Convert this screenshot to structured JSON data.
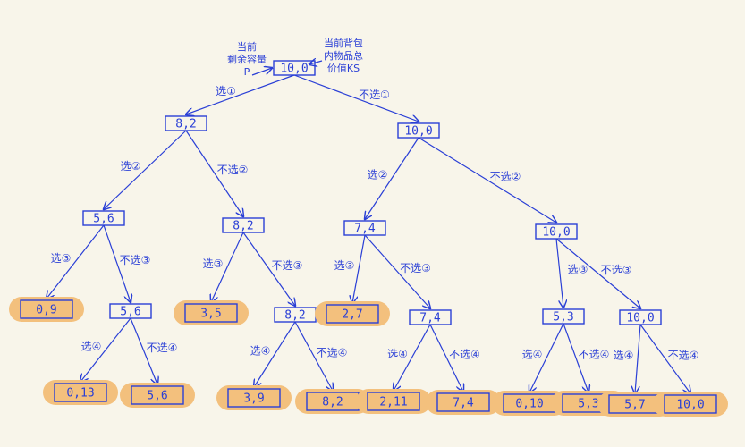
{
  "root_annotations": {
    "left": [
      "当前",
      "剩余容量",
      "P"
    ],
    "right": [
      "当前背包",
      "内物品总",
      "价值KS"
    ]
  },
  "nodes": [
    {
      "id": "n0",
      "label": "10,0",
      "leaf": false
    },
    {
      "id": "n1",
      "label": "8,2",
      "leaf": false
    },
    {
      "id": "n2",
      "label": "10,0",
      "leaf": false
    },
    {
      "id": "n3",
      "label": "5,6",
      "leaf": false
    },
    {
      "id": "n4",
      "label": "8,2",
      "leaf": false
    },
    {
      "id": "n5",
      "label": "7,4",
      "leaf": false
    },
    {
      "id": "n6",
      "label": "10,0",
      "leaf": false
    },
    {
      "id": "n7",
      "label": "0,9",
      "leaf": true
    },
    {
      "id": "n8",
      "label": "5,6",
      "leaf": false
    },
    {
      "id": "n9",
      "label": "3,5",
      "leaf": true
    },
    {
      "id": "n10",
      "label": "8,2",
      "leaf": false
    },
    {
      "id": "n11",
      "label": "2,7",
      "leaf": true
    },
    {
      "id": "n12",
      "label": "7,4",
      "leaf": false
    },
    {
      "id": "n13",
      "label": "5,3",
      "leaf": false
    },
    {
      "id": "n14",
      "label": "10,0",
      "leaf": false
    },
    {
      "id": "n15",
      "label": "0,13",
      "leaf": true
    },
    {
      "id": "n16",
      "label": "5,6",
      "leaf": true
    },
    {
      "id": "n17",
      "label": "3,9",
      "leaf": true
    },
    {
      "id": "n18",
      "label": "8,2",
      "leaf": true
    },
    {
      "id": "n19",
      "label": "2,11",
      "leaf": true
    },
    {
      "id": "n20",
      "label": "7,4",
      "leaf": true
    },
    {
      "id": "n21",
      "label": "0,10",
      "leaf": true
    },
    {
      "id": "n22",
      "label": "5,3",
      "leaf": true
    },
    {
      "id": "n23",
      "label": "5,7",
      "leaf": true
    },
    {
      "id": "n24",
      "label": "10,0",
      "leaf": true
    }
  ],
  "edges": [
    {
      "from": "n0",
      "to": "n1",
      "label": "选①"
    },
    {
      "from": "n0",
      "to": "n2",
      "label": "不选①"
    },
    {
      "from": "n1",
      "to": "n3",
      "label": "选②"
    },
    {
      "from": "n1",
      "to": "n4",
      "label": "不选②"
    },
    {
      "from": "n2",
      "to": "n5",
      "label": "选②"
    },
    {
      "from": "n2",
      "to": "n6",
      "label": "不选②"
    },
    {
      "from": "n3",
      "to": "n7",
      "label": "选③"
    },
    {
      "from": "n3",
      "to": "n8",
      "label": "不选③"
    },
    {
      "from": "n4",
      "to": "n9",
      "label": "选③"
    },
    {
      "from": "n4",
      "to": "n10",
      "label": "不选③"
    },
    {
      "from": "n5",
      "to": "n11",
      "label": "选③"
    },
    {
      "from": "n5",
      "to": "n12",
      "label": "不选③"
    },
    {
      "from": "n6",
      "to": "n13",
      "label": "选③"
    },
    {
      "from": "n6",
      "to": "n14",
      "label": "不选③"
    },
    {
      "from": "n8",
      "to": "n15",
      "label": "选④"
    },
    {
      "from": "n8",
      "to": "n16",
      "label": "不选④"
    },
    {
      "from": "n10",
      "to": "n17",
      "label": "选④"
    },
    {
      "from": "n10",
      "to": "n18",
      "label": "不选④"
    },
    {
      "from": "n12",
      "to": "n19",
      "label": "选④"
    },
    {
      "from": "n12",
      "to": "n20",
      "label": "不选④"
    },
    {
      "from": "n13",
      "to": "n21",
      "label": "选④"
    },
    {
      "from": "n13",
      "to": "n22",
      "label": "不选④"
    },
    {
      "from": "n14",
      "to": "n23",
      "label": "选④"
    },
    {
      "from": "n14",
      "to": "n24",
      "label": "不选④"
    }
  ],
  "colors": {
    "ink": "#2a3fd6",
    "leaf_highlight": "#f3c07d",
    "background": "#f8f5ea"
  }
}
